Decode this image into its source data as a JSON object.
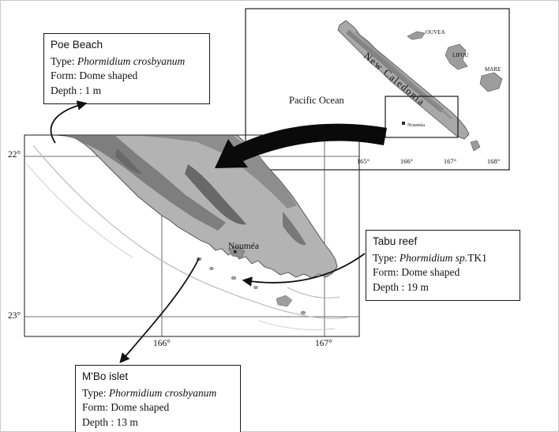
{
  "annotations": {
    "poe": {
      "title": "Poe Beach",
      "type_prefix": "Type: ",
      "species": "Phormidium crosbyanum",
      "species_suffix": "",
      "form": "Form: Dome shaped",
      "depth": "Depth : 1 m"
    },
    "tabu": {
      "title": "Tabu reef",
      "type_prefix": "Type: ",
      "species": "Phormidium sp.",
      "species_suffix": "TK1",
      "form": "Form: Dome shaped",
      "depth": "Depth : 19 m"
    },
    "mbo": {
      "title": "M'Bo islet",
      "type_prefix": "Type: ",
      "species": "Phormidium crosbyanum",
      "species_suffix": "",
      "form": "Form: Dome shaped",
      "depth": "Depth : 13 m"
    }
  },
  "inset_map": {
    "island_label": "New Caledonia",
    "ocean_label": "Pacific Ocean",
    "islands": {
      "ouvea": "OUVEA",
      "lifou": "LIFOU",
      "mare": "MARE"
    },
    "city": "Nouméa",
    "lon_ticks": [
      "165°",
      "166°",
      "167°",
      "168°"
    ]
  },
  "main_map": {
    "city": "Nouméa",
    "lat_ticks": [
      "22°",
      "23°"
    ],
    "lon_ticks": [
      "166°",
      "167°"
    ]
  },
  "colors": {
    "land": "#b3b3b3",
    "land_dark": "#7e7e7e",
    "reef": "#b5b5b5",
    "frame": "#1a1a1a"
  }
}
